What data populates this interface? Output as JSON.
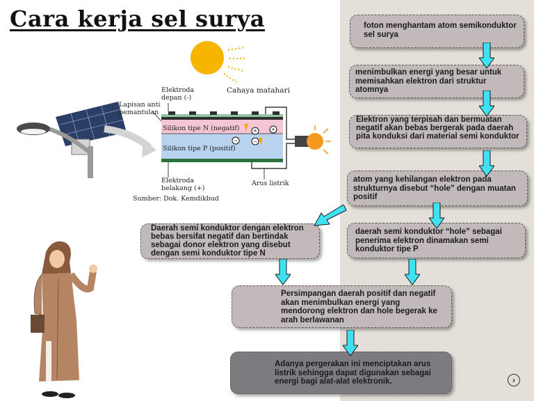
{
  "title": "Cara kerja sel surya",
  "figure": {
    "labels": {
      "anti_reflect": [
        "Lapisan anti",
        "pemantulan"
      ],
      "front_electrode": [
        "Elektroda",
        "depan (-)"
      ],
      "sunlight": "Cahaya matahari",
      "n_type": "Silikon tipe N (negatif)",
      "p_type": "Silikon tipe P (positif)",
      "back_electrode": [
        "Elektroda",
        "belakang (+)"
      ],
      "current": "Arus listrik",
      "source": "Sumber: Dok. Kemdikbud"
    }
  },
  "flow": {
    "step1": "foton  menghantam atom semikonduktor sel surya",
    "step2": "menimbulkan energi yang besar untuk memisahkan elektron dari struktur atomnya",
    "step3": "Elektron yang terpisah dan bermuatan negatif akan bebas bergerak pada daerah pita konduksi dari material semi konduktor",
    "step4": "atom yang kehilangan elektron pada strukturnya  disebut “hole” dengan muatan positif",
    "step5_left": "Daerah semi konduktor dengan elektron bebas bersifat negatif dan bertindak sebagai donor elektron yang disebut dengan semi konduktor tipe N",
    "step5_right": "daerah semi konduktor “hole” sebagai penerima elektron dinamakan semi konduktor tipe P",
    "step6": "Persimpangan daerah positif dan negatif akan menimbulkan energi yang mendorong elektron dan hole begerak ke arah berlawanan",
    "step7": "Adanya pergerakan ini menciptakan arus listrik sehingga dapat digunakan sebagai energi bagi alat-alat elektronik."
  },
  "colors": {
    "arrow": "#3fe0f0",
    "box": "#c2b9ba",
    "final_box": "#7d7b80",
    "panel": "#e4e0d9",
    "sun": "#f7b500"
  },
  "icons": {
    "next": "chevron-right-icon"
  }
}
